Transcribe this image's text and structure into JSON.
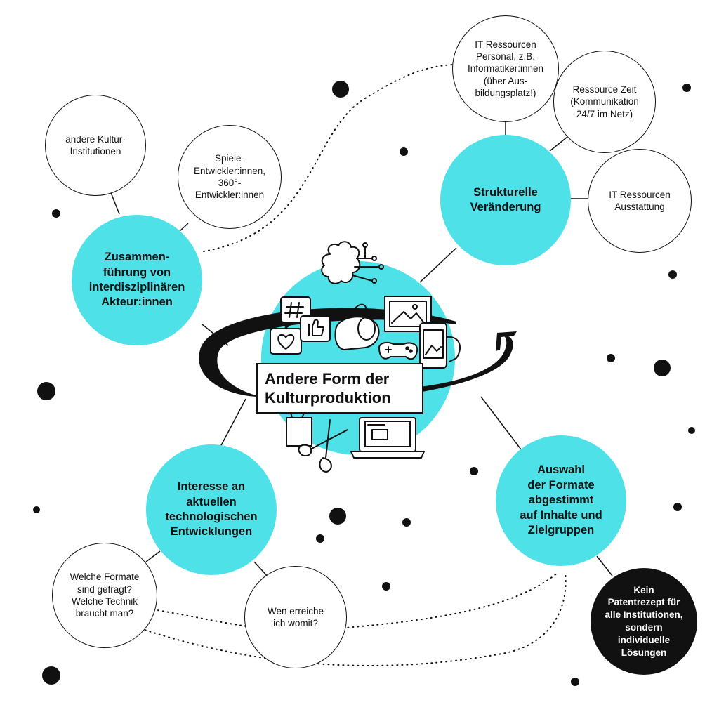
{
  "center": {
    "label": "Andere Form der\nKulturproduktion"
  },
  "hubs": {
    "akteure": "Zusammen-\nführung von\ninterdisziplinären\nAkteur:innen",
    "strukturelle": "Strukturelle\nVeränderung",
    "interesse": "Interesse an\naktuellen\ntechnologischen\nEntwicklungen",
    "auswahl": "Auswahl\nder Formate\nabgestimmt\nauf Inhalte und\nZielgruppen"
  },
  "leaves": {
    "kultur_institutionen": "andere Kultur-\nInstitutionen",
    "spiele_entwickler": "Spiele-\nEntwickler:innen,\n360°-\nEntwickler:innen",
    "it_personal": "IT Ressourcen\nPersonal, z.B.\nInformatiker:innen\n(über Aus-\nbildungsplatz!)",
    "ressource_zeit": "Ressource Zeit\n(Kommunikation\n24/7 im Netz)",
    "it_ausstattung": "IT Ressourcen\nAusstattung",
    "welche_formate": "Welche Formate\nsind gefragt?\nWelche Technik\nbraucht man?",
    "wen_erreiche": "Wen erreiche\nich womit?",
    "patentrezept": "Kein\nPatentrezept für\nalle Institutionen,\nsondern\nindividuelle\nLösungen"
  },
  "colors": {
    "accent": "#4ee1e8",
    "ink": "#111111",
    "background": "#ffffff"
  },
  "icons": [
    "brain-circuit-icon",
    "hashtag-bubble-icon",
    "heart-bubble-icon",
    "thumbs-up-bubble-icon",
    "image-frame-icon",
    "smartphone-photo-icon",
    "game-controller-icon",
    "vr-headset-icon",
    "laptop-icon",
    "scissors-icon",
    "pen-cup-icon"
  ]
}
